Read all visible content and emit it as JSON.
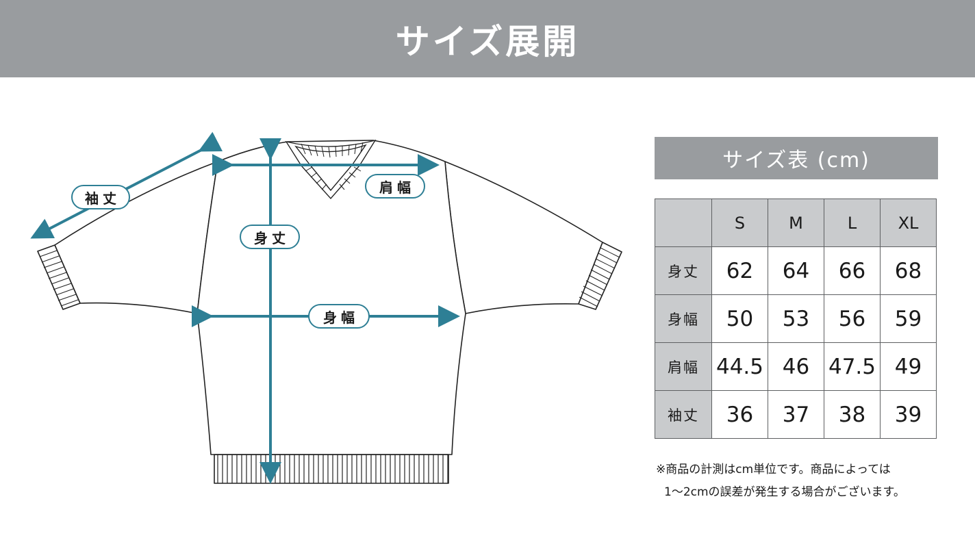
{
  "header": {
    "title": "サイズ展開"
  },
  "diagram": {
    "accent_color": "#2e7f95",
    "labels": {
      "sleeve_length": "袖丈",
      "shoulder_width": "肩幅",
      "body_length": "身丈",
      "body_width": "身幅"
    }
  },
  "size_table": {
    "title": "サイズ表 (cm)",
    "columns": [
      "",
      "S",
      "M",
      "L",
      "XL"
    ],
    "rows": [
      {
        "label": "身丈",
        "values": [
          "62",
          "64",
          "66",
          "68"
        ]
      },
      {
        "label": "身幅",
        "values": [
          "50",
          "53",
          "56",
          "59"
        ]
      },
      {
        "label": "肩幅",
        "values": [
          "44.5",
          "46",
          "47.5",
          "49"
        ]
      },
      {
        "label": "袖丈",
        "values": [
          "36",
          "37",
          "38",
          "39"
        ]
      }
    ]
  },
  "note": {
    "line1": "※商品の計測はcm単位です。商品によっては",
    "line2": "1〜2cmの誤差が発生する場合がございます。"
  },
  "colors": {
    "banner": "#999c9f",
    "table_header": "#c9cbcd",
    "accent": "#2e7f95"
  }
}
